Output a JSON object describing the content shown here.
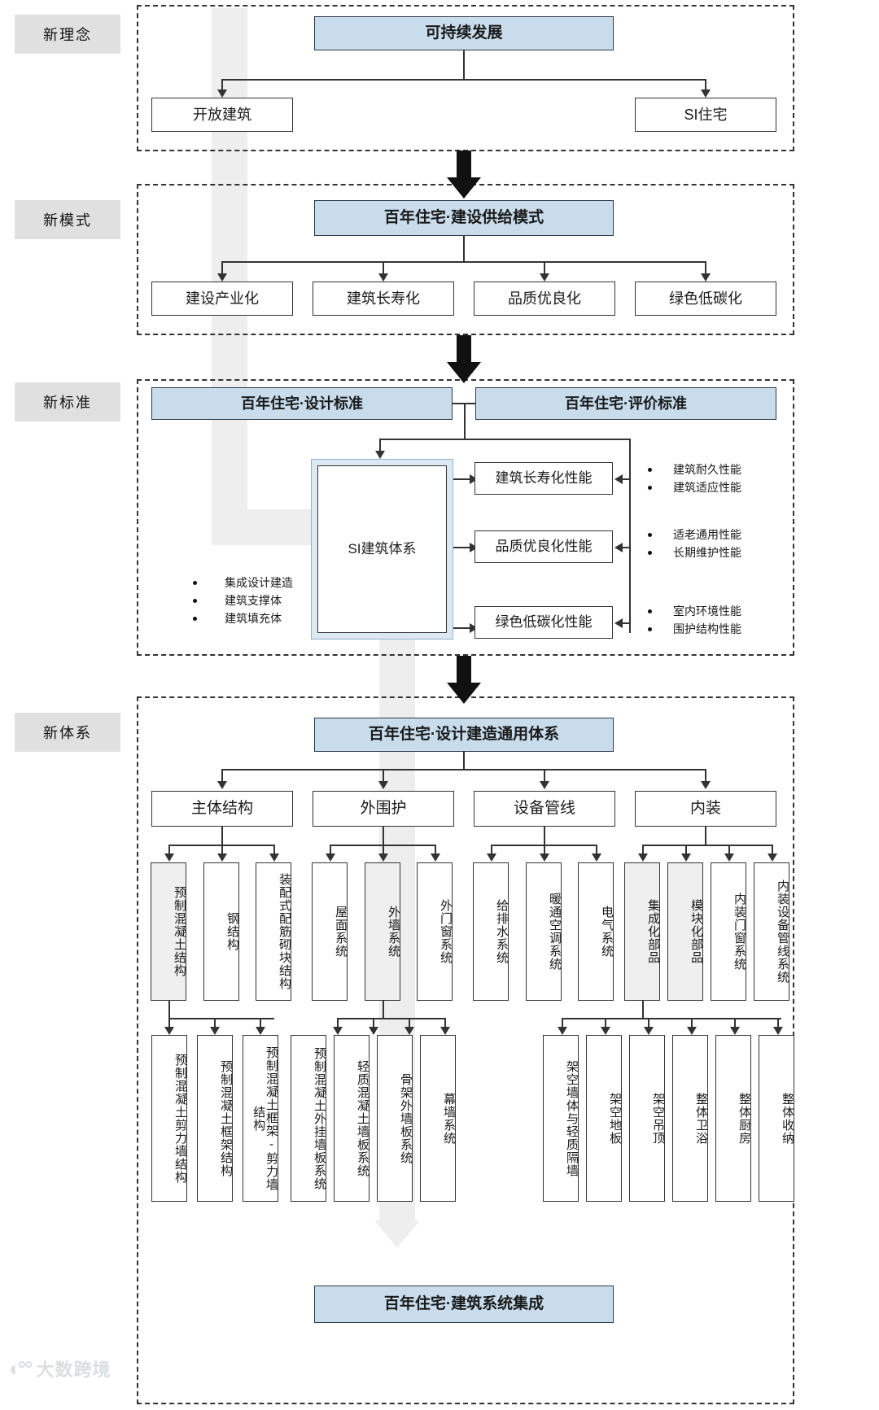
{
  "colors": {
    "accent_blue": "#c8dcec",
    "si_blue": "#dce9f3",
    "grey_box": "#efefef",
    "stage_chip": "#e0e0e0",
    "ghost_arrow": "#eeeeee",
    "line": "#333333"
  },
  "stages": [
    {
      "label": "新理念"
    },
    {
      "label": "新模式"
    },
    {
      "label": "新标准"
    },
    {
      "label": "新体系"
    }
  ],
  "stage1": {
    "root": "可持续发展",
    "children": [
      "开放建筑",
      "SI住宅"
    ]
  },
  "stage2": {
    "root": "百年住宅·建设供给模式",
    "children": [
      "建设产业化",
      "建筑长寿化",
      "品质优良化",
      "绿色低碳化"
    ]
  },
  "stage3": {
    "standards": [
      "百年住宅·设计标准",
      "百年住宅·评价标准"
    ],
    "si_system": "SI建筑体系",
    "si_bullets": [
      "集成设计建造",
      "建筑支撑体",
      "建筑填充体"
    ],
    "performances": [
      {
        "label": "建筑长寿化性能",
        "bullets": [
          "建筑耐久性能",
          "建筑适应性能"
        ]
      },
      {
        "label": "品质优良化性能",
        "bullets": [
          "适老通用性能",
          "长期维护性能"
        ]
      },
      {
        "label": "绿色低碳化性能",
        "bullets": [
          "室内环境性能",
          "围护结构性能"
        ]
      }
    ]
  },
  "stage4": {
    "root": "百年住宅·设计建造通用体系",
    "footer": "百年住宅·建筑系统集成",
    "groups": [
      {
        "title": "主体结构",
        "level2": [
          "预制混凝土结构",
          "钢结构",
          "装配式配筋砌块结构"
        ],
        "level2_highlight": [
          true,
          false,
          false
        ],
        "level3": [
          "预制混凝土剪力墙结构",
          "预制混凝土框架结构",
          "预制混凝土框架-剪力墙结构"
        ]
      },
      {
        "title": "外围护",
        "level2": [
          "屋面系统",
          "外墙系统",
          "外门窗系统"
        ],
        "level2_highlight": [
          false,
          true,
          false
        ],
        "level3": [
          "预制混凝土外挂墙板系统",
          "轻质混凝土墙板系统",
          "骨架外墙板系统",
          "幕墙系统"
        ]
      },
      {
        "title": "设备管线",
        "level2": [
          "给排水系统",
          "暖通空调系统",
          "电气系统"
        ],
        "level2_highlight": [
          false,
          false,
          false
        ],
        "level3": []
      },
      {
        "title": "内装",
        "level2": [
          "集成化部品",
          "模块化部品",
          "内装门窗系统",
          "内装设备管线系统"
        ],
        "level2_highlight": [
          true,
          true,
          false,
          false
        ],
        "level3": [
          "架空墙体与轻质隔墙",
          "架空地板",
          "架空吊顶",
          "整体卫浴",
          "整体厨房",
          "整体收纳"
        ]
      }
    ]
  },
  "watermark": {
    "text": "大数跨境"
  }
}
